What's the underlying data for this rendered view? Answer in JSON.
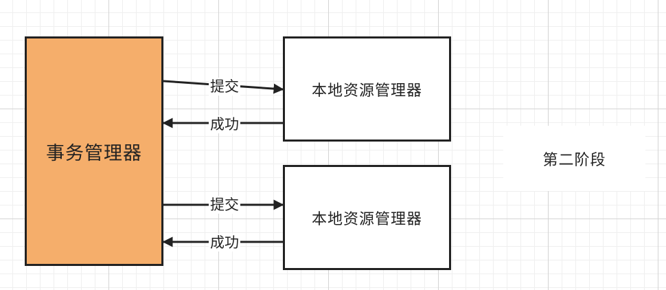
{
  "nodes": {
    "transaction_manager": {
      "label": "事务管理器",
      "fill": "#f5ae6b"
    },
    "resource_manager_1": {
      "label": "本地资源管理器"
    },
    "resource_manager_2": {
      "label": "本地资源管理器"
    }
  },
  "phase_label": "第二阶段",
  "edges": {
    "submit_1": {
      "label": "提交",
      "from": "transaction_manager",
      "to": "resource_manager_1"
    },
    "success_1": {
      "label": "成功",
      "from": "resource_manager_1",
      "to": "transaction_manager"
    },
    "submit_2": {
      "label": "提交",
      "from": "transaction_manager",
      "to": "resource_manager_2"
    },
    "success_2": {
      "label": "成功",
      "from": "resource_manager_2",
      "to": "transaction_manager"
    }
  },
  "colors": {
    "stroke": "#222222",
    "grid_major": "#d4d4d4",
    "grid_minor": "#efefef"
  }
}
